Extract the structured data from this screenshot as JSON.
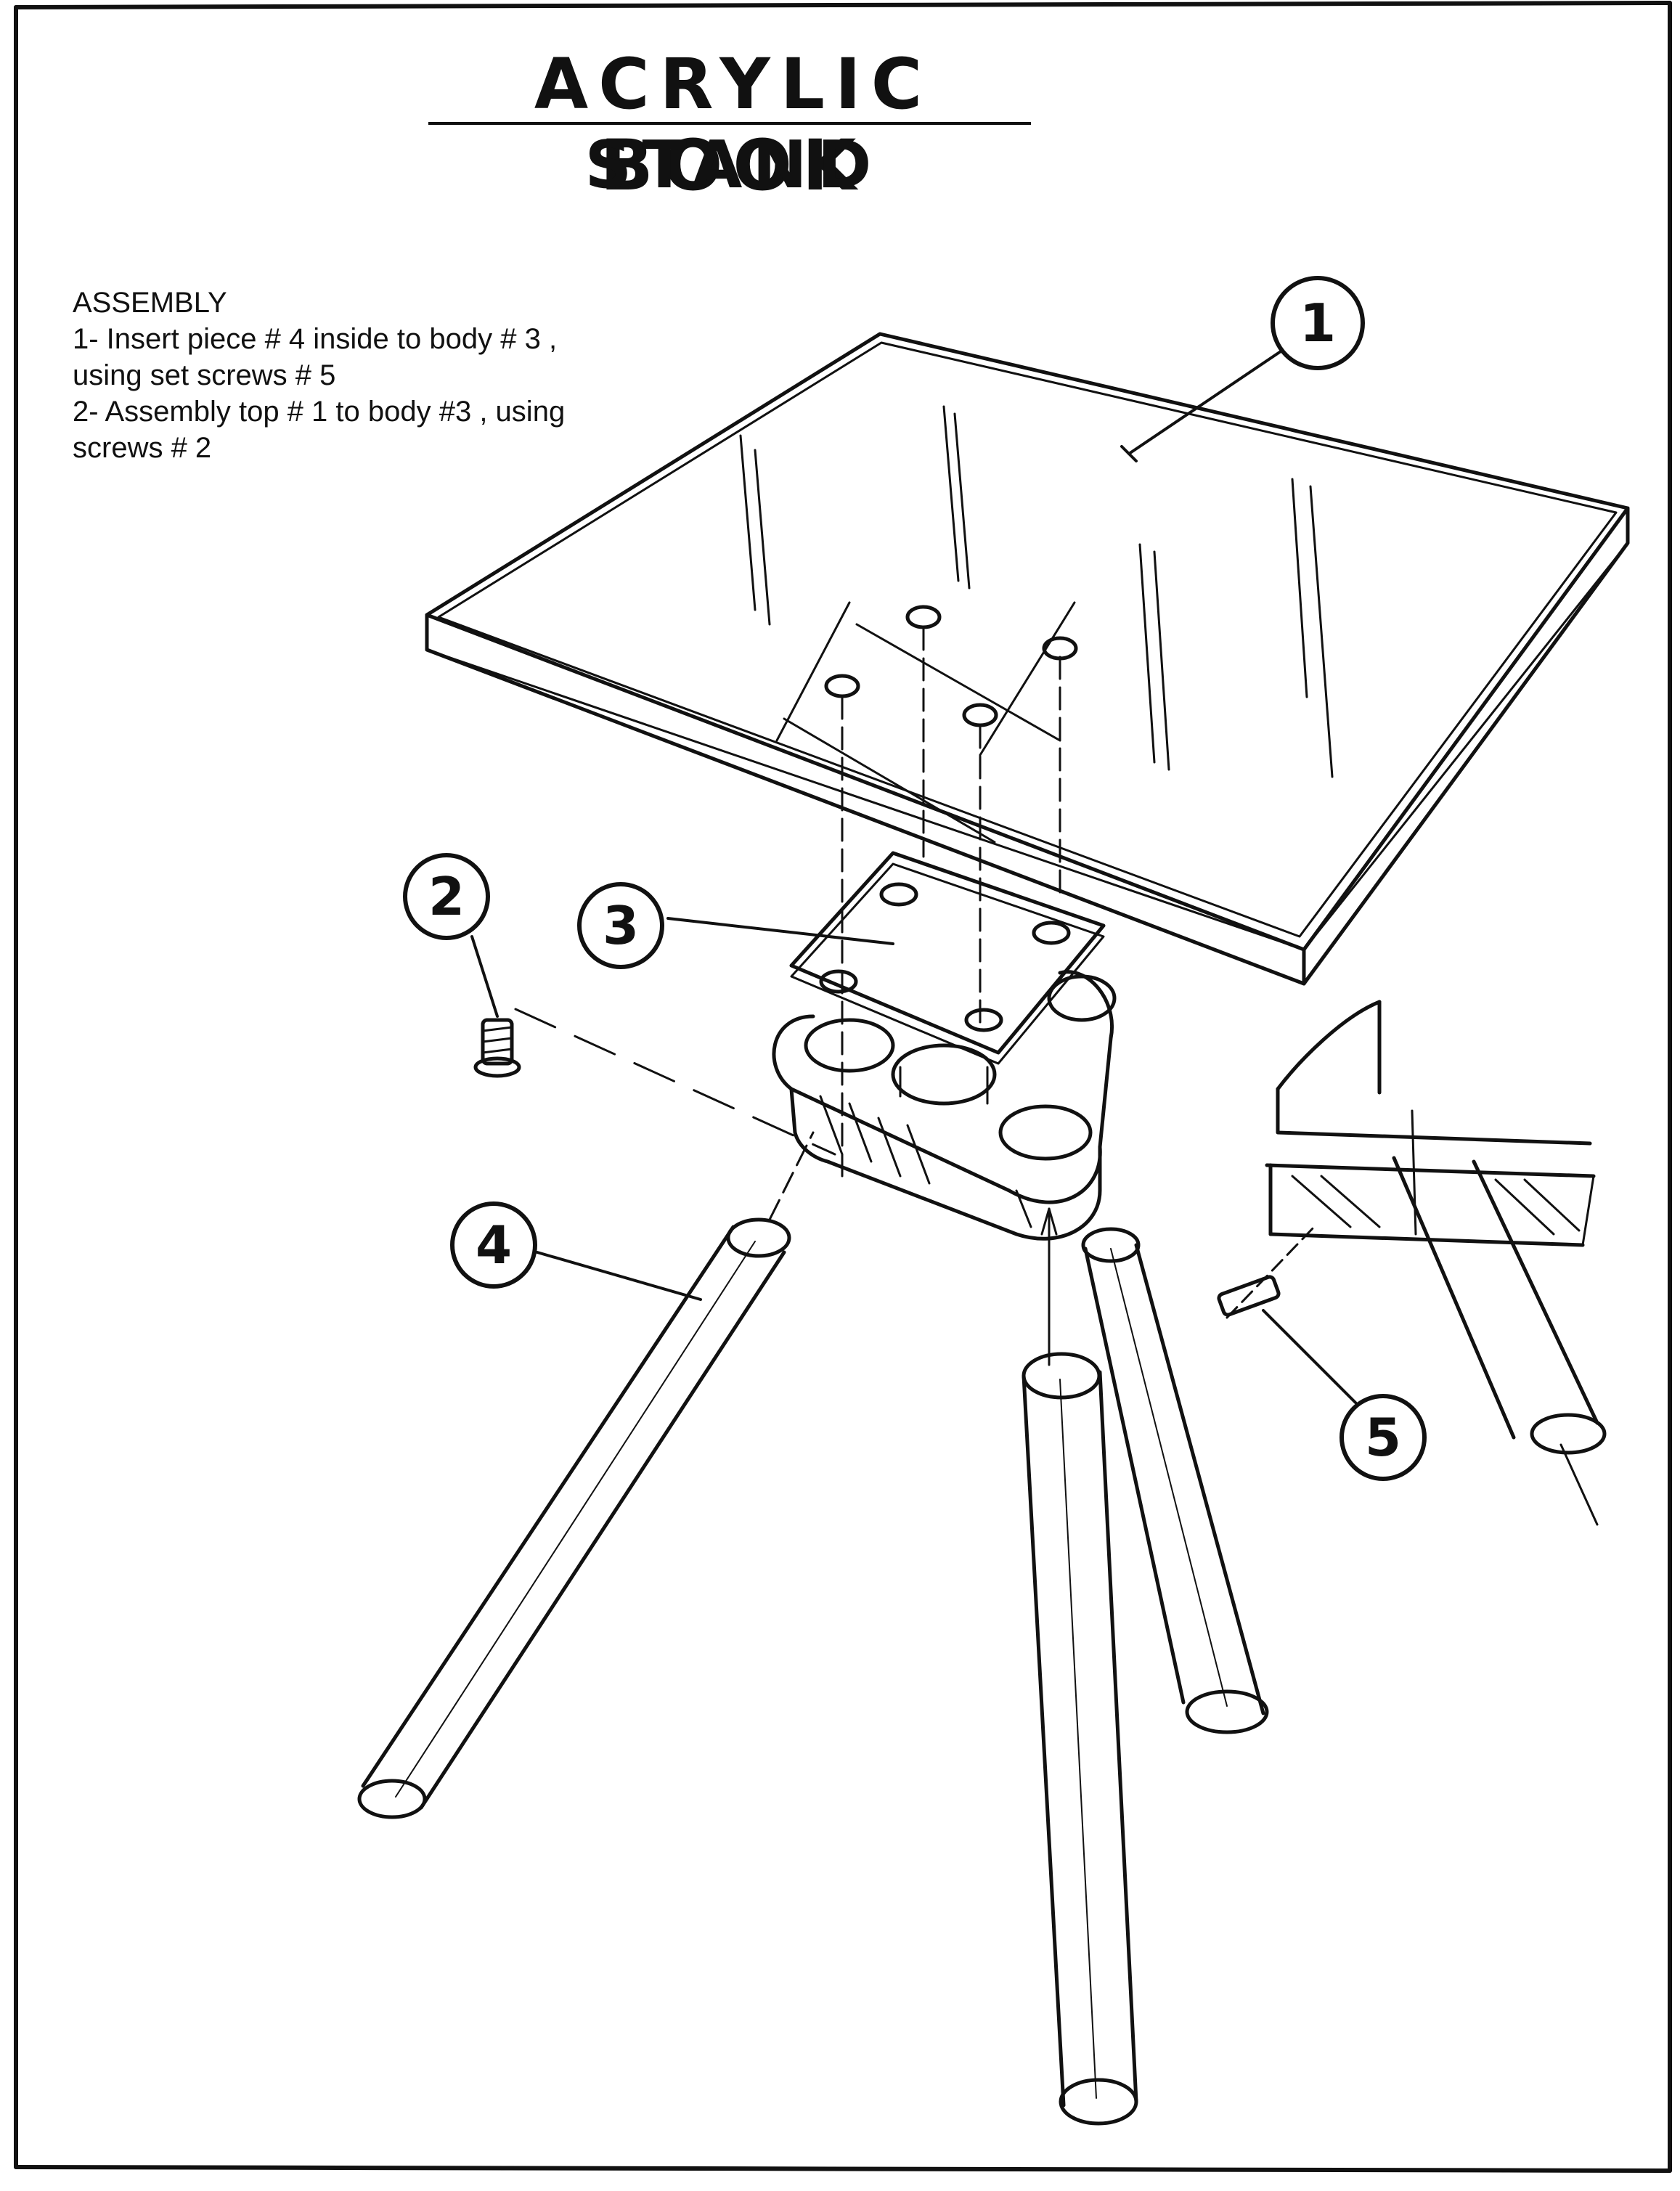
{
  "title": {
    "line1": "ACRYLIC BOOK",
    "line2": "STAND"
  },
  "assembly_notes": {
    "heading": "ASSEMBLY",
    "lines": [
      "1- Insert piece # 4 inside to body # 3 ,",
      "using set screws # 5",
      "2- Assembly top # 1 to body #3 , using",
      "screws # 2"
    ]
  },
  "callouts": {
    "top": "1",
    "screw": "2",
    "body": "3",
    "leg": "4",
    "set_screw": "5"
  },
  "ink_color": "#111111",
  "paper_color": "#ffffff"
}
